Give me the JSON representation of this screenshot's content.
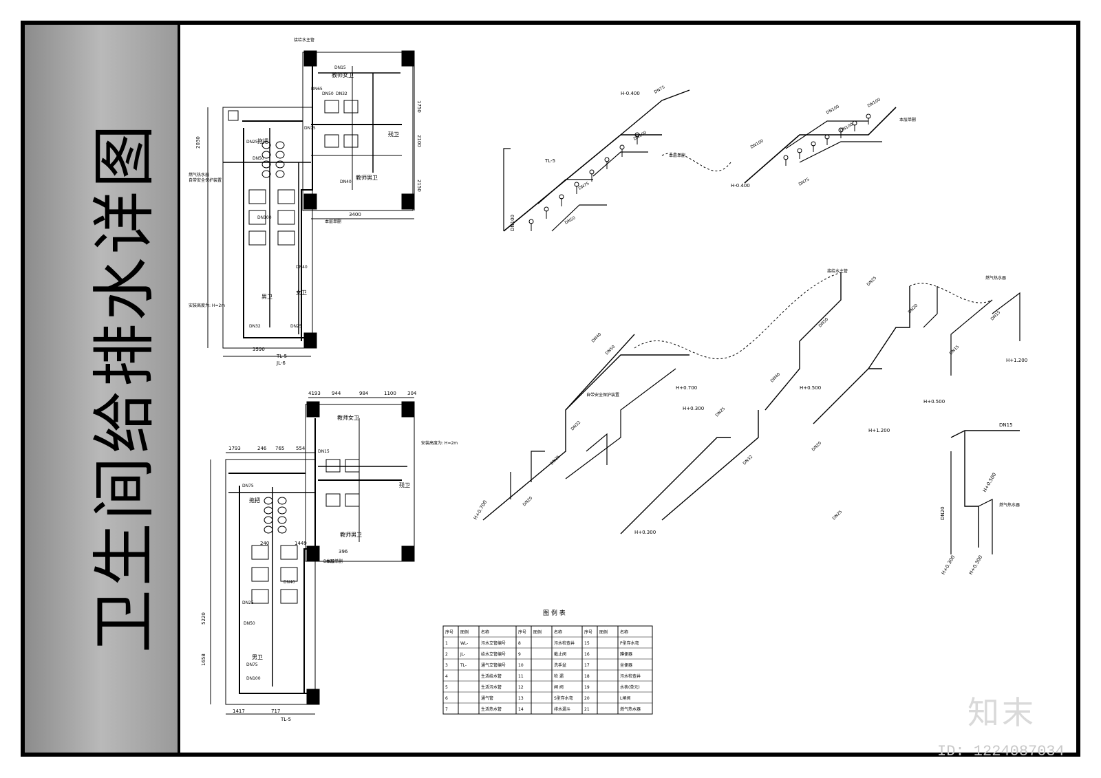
{
  "title": "卫生间给排水详图",
  "rooms": {
    "teacher_female": "教师女卫",
    "teacher_male": "教师男卫",
    "female": "女卫",
    "male": "男卫",
    "mop": "拖把",
    "accessible": "残卫"
  },
  "plan_labels": [
    "DN15",
    "DN32",
    "DN25",
    "DN40",
    "DN50",
    "DN75",
    "DN100",
    "DN65",
    "TL-5",
    "JL-6",
    "3400",
    "3590",
    "2100",
    "1750",
    "2150",
    "2030"
  ],
  "dimensions_lower": [
    "4193",
    "944",
    "984",
    "1100",
    "304",
    "1793",
    "246",
    "765",
    "554",
    "240",
    "1449",
    "5220",
    "1658",
    "1417",
    "717",
    "396"
  ],
  "iso_labels": [
    "DN100",
    "DN75",
    "DN50",
    "DN40",
    "DN32",
    "DN25",
    "DN20",
    "DN15",
    "H-0.400",
    "H+0.500",
    "H+1.200",
    "H+0.700",
    "H+0.300",
    "TL-5"
  ],
  "notes": [
    "接给水主管",
    "本层单删",
    "燃气热水器",
    "自带安全保护装置",
    "安装高度为: H=2m"
  ],
  "legend": {
    "title": "图 例 表",
    "headers": [
      "序号",
      "图例",
      "名称",
      "序号",
      "图例",
      "名称",
      "序号",
      "图例",
      "名称"
    ],
    "rows": [
      [
        "1",
        "WL-",
        "污水立管编号",
        "8",
        "",
        "污水检查井",
        "15",
        "",
        "P型存水弯"
      ],
      [
        "2",
        "JL-",
        "给水立管编号",
        "9",
        "",
        "截止阀",
        "16",
        "",
        "蹲便器"
      ],
      [
        "3",
        "TL-",
        "通气立管编号",
        "10",
        "",
        "洗手盆",
        "17",
        "",
        "坐便器"
      ],
      [
        "4",
        "",
        "生活给水管",
        "11",
        "",
        "检 漏",
        "18",
        "",
        "污水检查井"
      ],
      [
        "5",
        "",
        "生活污水管",
        "12",
        "",
        "闸 阀",
        "19",
        "",
        "水表(单元)"
      ],
      [
        "6",
        "",
        "通气管",
        "13",
        "",
        "S型存水弯",
        "20",
        "",
        "L闸阀"
      ],
      [
        "7",
        "",
        "生活热水管",
        "14",
        "",
        "排水漏斗",
        "21",
        "",
        "燃气热水器"
      ]
    ]
  },
  "watermark": "知末",
  "id_text": "ID: 1224087034"
}
